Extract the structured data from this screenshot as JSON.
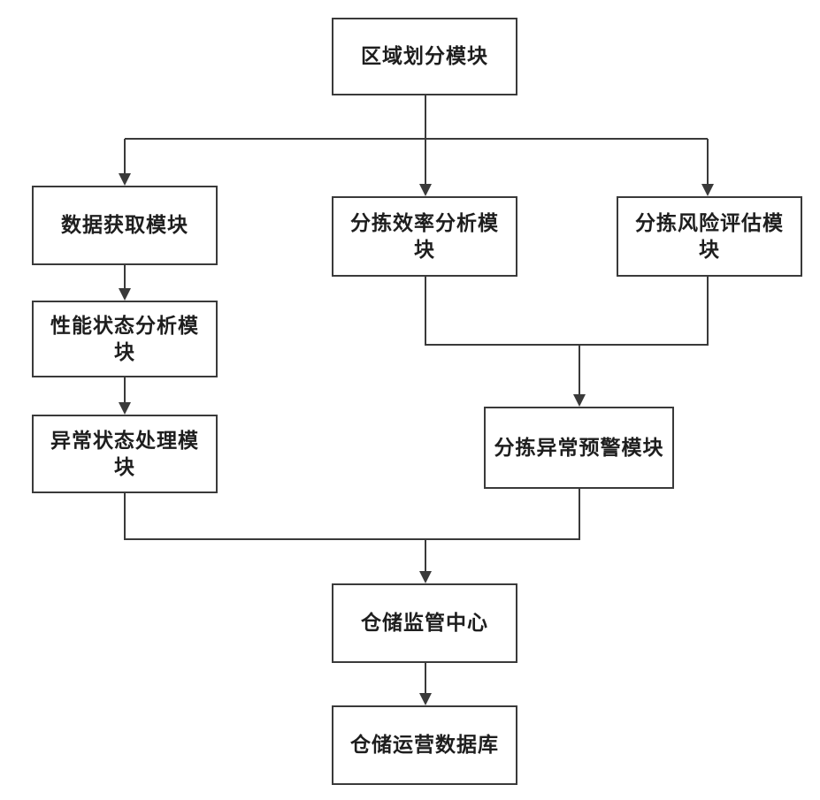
{
  "nodes": {
    "region_division": {
      "label": "区域划分模块"
    },
    "data_acquisition": {
      "label": "数据获取模块"
    },
    "sorting_efficiency": {
      "label": "分拣效率分析模块"
    },
    "sorting_risk": {
      "label": "分拣风险评估模块"
    },
    "performance_state": {
      "label": "性能状态分析模块"
    },
    "abnormal_handling": {
      "label": "异常状态处理模块"
    },
    "sorting_warning": {
      "label": "分拣异常预警模块"
    },
    "monitoring_center": {
      "label": "仓储监管中心"
    },
    "operations_database": {
      "label": "仓储运营数据库"
    }
  },
  "edges": [
    {
      "from": "region_division",
      "to": "data_acquisition"
    },
    {
      "from": "region_division",
      "to": "sorting_efficiency"
    },
    {
      "from": "region_division",
      "to": "sorting_risk"
    },
    {
      "from": "data_acquisition",
      "to": "performance_state"
    },
    {
      "from": "performance_state",
      "to": "abnormal_handling"
    },
    {
      "from": "sorting_efficiency",
      "to": "sorting_warning"
    },
    {
      "from": "sorting_risk",
      "to": "sorting_warning"
    },
    {
      "from": "abnormal_handling",
      "to": "monitoring_center"
    },
    {
      "from": "sorting_warning",
      "to": "monitoring_center"
    },
    {
      "from": "monitoring_center",
      "to": "operations_database"
    }
  ]
}
